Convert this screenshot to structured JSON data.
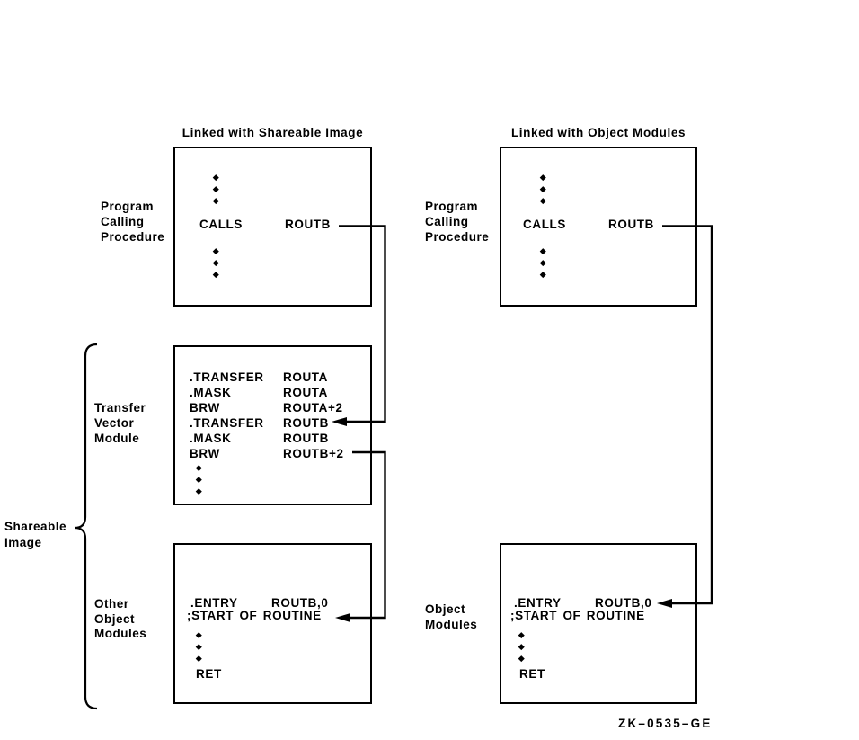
{
  "colors": {
    "ink": "#000000",
    "background": "#ffffff"
  },
  "figure_label": "ZK–0535–GE",
  "left_diagram": {
    "title": "Linked with Shareable Image",
    "program_box": {
      "side_label": [
        "Program",
        "Calling",
        "Procedure"
      ],
      "code": {
        "op": "CALLS",
        "operand": "ROUTB"
      }
    },
    "transfer_box": {
      "side_label": [
        "Transfer",
        "Vector",
        "Module"
      ],
      "rows": [
        {
          "op": ".TRANSFER",
          "operand": "ROUTA"
        },
        {
          "op": ".MASK",
          "operand": "ROUTA"
        },
        {
          "op": "BRW",
          "operand": "ROUTA+2"
        },
        {
          "op": ".TRANSFER",
          "operand": "ROUTB"
        },
        {
          "op": ".MASK",
          "operand": "ROUTB"
        },
        {
          "op": "BRW",
          "operand": "ROUTB+2"
        }
      ]
    },
    "other_box": {
      "side_label": [
        "Other",
        "Object",
        "Modules"
      ],
      "entry": {
        "op": ".ENTRY",
        "operand": "ROUTB,0"
      },
      "comment": ";START OF ROUTINE",
      "ret": "RET"
    },
    "brace_label": [
      "Shareable",
      "Image"
    ]
  },
  "right_diagram": {
    "title": "Linked with Object Modules",
    "program_box": {
      "side_label": [
        "Program",
        "Calling",
        "Procedure"
      ],
      "code": {
        "op": "CALLS",
        "operand": "ROUTB"
      }
    },
    "object_box": {
      "side_label": [
        "Object",
        "Modules"
      ],
      "entry": {
        "op": ".ENTRY",
        "operand": "ROUTB,0"
      },
      "comment": ";START OF ROUTINE",
      "ret": "RET"
    }
  }
}
